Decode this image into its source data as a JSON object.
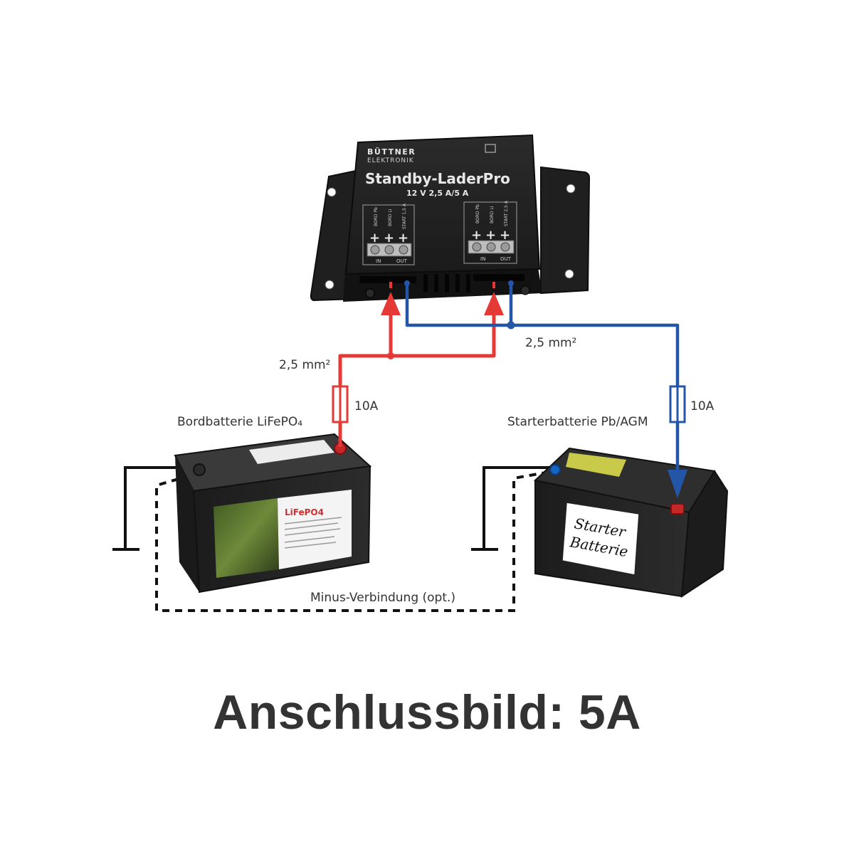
{
  "device": {
    "brand_line1": "BÜTTNER",
    "brand_line2": "ELEKTRONIK",
    "model": "Standby-LaderPro",
    "spec": "12 V 2,5 A/5 A",
    "terminal_group_left": {
      "labels": [
        "BORD Pb",
        "BORD Li",
        "START 1,5 A"
      ],
      "in_label": "IN",
      "out_label": "OUT"
    },
    "terminal_group_right": {
      "labels": [
        "BORD Pb",
        "BORD Li",
        "START 2,5 A"
      ],
      "in_label": "IN",
      "out_label": "OUT"
    }
  },
  "labels": {
    "cable_left": "2,5 mm²",
    "cable_right": "2,5 mm²",
    "fuse_left": "10A",
    "fuse_right": "10A",
    "battery_left": "Bordbatterie LiFePO₄",
    "battery_right": "Starterbatterie Pb/AGM",
    "minus_link": "Minus-Verbindung (opt.)"
  },
  "battery_left_face": {
    "brand": "LiFePO4"
  },
  "battery_right_face": {
    "label_line1": "Starter",
    "label_line2": "Batterie"
  },
  "caption": "Anschlussbild: 5A",
  "colors": {
    "positive_wire": "#e53935",
    "signal_wire": "#2456a8",
    "ground_wire": "#111111",
    "text": "#333333",
    "device_body": "#222222"
  }
}
